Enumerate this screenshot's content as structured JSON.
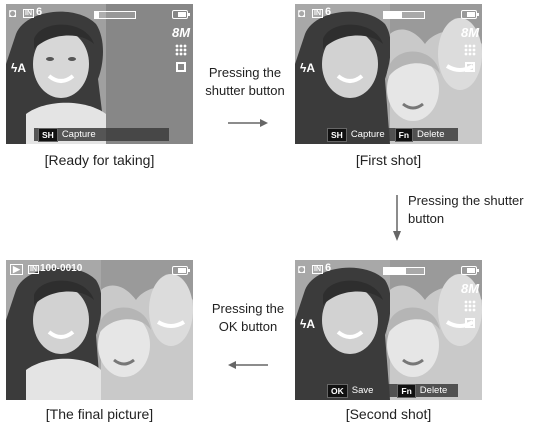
{
  "screens": {
    "ready": {
      "count": "6",
      "res": "8M",
      "softkeys": [
        {
          "key": "SH",
          "label": "Capture"
        }
      ],
      "caption": "[Ready for taking]"
    },
    "first": {
      "count": "6",
      "res": "8M",
      "softkeys": [
        {
          "key": "SH",
          "label": "Capture"
        },
        {
          "key": "Fn",
          "label": "Delete"
        }
      ],
      "caption": "[First shot]"
    },
    "second": {
      "count": "6",
      "res": "8M",
      "softkeys": [
        {
          "key": "OK",
          "label": "Save"
        },
        {
          "key": "Fn",
          "label": "Delete"
        }
      ],
      "caption": "[Second shot]"
    },
    "final": {
      "file_number": "100-0010",
      "caption": "[The final picture]"
    }
  },
  "steps": {
    "shutter_1": "Pressing the shutter button",
    "shutter_2": "Pressing the shutter button",
    "ok": "Pressing the OK button"
  },
  "progress": {
    "ready": 0.1,
    "first": 0.45,
    "second": 0.55
  },
  "colors": {
    "panel_bg": "#8a8a8a",
    "softbar": "#3c3c3c",
    "arrow": "#666666"
  }
}
